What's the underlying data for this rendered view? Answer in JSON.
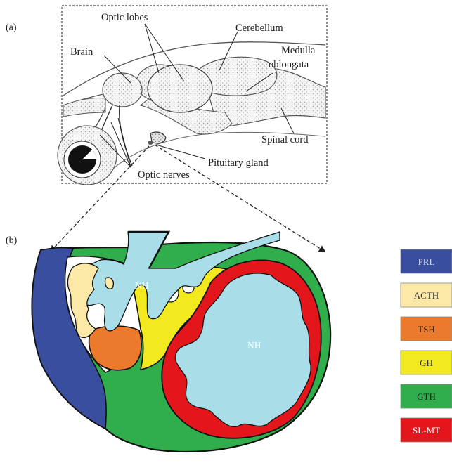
{
  "panel_a": {
    "panel_label": "(a)",
    "labels": {
      "optic_lobes": "Optic lobes",
      "brain": "Brain",
      "cerebellum": "Cerebellum",
      "medulla_line1": "Medulla",
      "medulla_line2": "oblongata",
      "spinal_cord": "Spinal cord",
      "pituitary_gland": "Pituitary gland",
      "optic_nerves": "Optic nerves"
    }
  },
  "panel_b": {
    "panel_label": "(b)",
    "nh_label_left": "NH",
    "nh_label_right": "NH",
    "region_colors": {
      "PRL": "#3a4ea0",
      "ACTH": "#fce9a8",
      "TSH": "#ec7a2c",
      "GH": "#f2ea1e",
      "GTH": "#2fae4b",
      "SL-MT": "#e3161c",
      "NH": "#a9dde8"
    }
  },
  "legend": [
    {
      "label": "PRL",
      "fill": "#3a4ea0",
      "text_color": "#cfd6f2"
    },
    {
      "label": "ACTH",
      "fill": "#fce9a8",
      "text_color": "#333333"
    },
    {
      "label": "TSH",
      "fill": "#ec7a2c",
      "text_color": "#3a1e08"
    },
    {
      "label": "GH",
      "fill": "#f2ea1e",
      "text_color": "#333333"
    },
    {
      "label": "GTH",
      "fill": "#2fae4b",
      "text_color": "#0d2a12"
    },
    {
      "label": "SL-MT",
      "fill": "#e3161c",
      "text_color": "#ffffff"
    }
  ]
}
